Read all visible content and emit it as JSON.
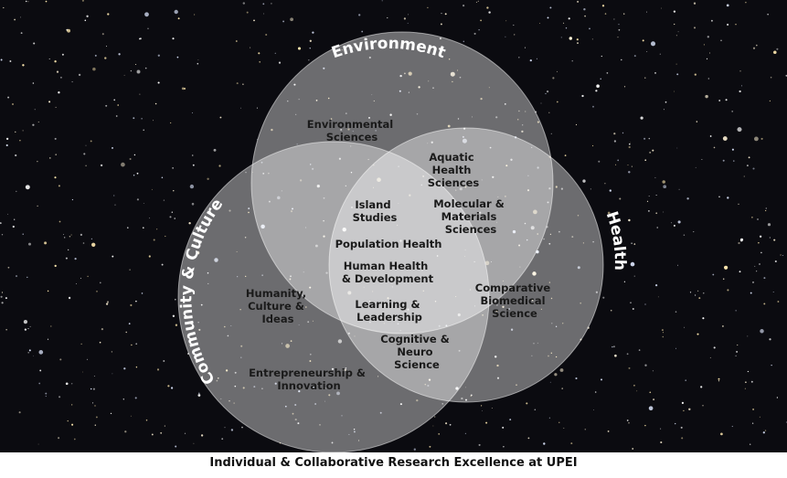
{
  "circles": [
    {
      "id": "environment",
      "label": "Environment"
    },
    {
      "id": "community",
      "label": "Community & Culture"
    },
    {
      "id": "health",
      "label": "Health"
    }
  ],
  "areas": {
    "environmental_sciences": [
      "Environmental",
      "Sciences"
    ],
    "aquatic_health": [
      "Aquatic",
      "Health",
      "Sciences"
    ],
    "island_studies": [
      "Island",
      "Studies"
    ],
    "molecular_materials": [
      "Molecular &",
      "Materials",
      "Sciences"
    ],
    "population_health": [
      "Population Health"
    ],
    "human_health": [
      "Human Health",
      "& Development"
    ],
    "humanity_culture": [
      "Humanity,",
      "Culture &",
      "Ideas"
    ],
    "learning_leadership": [
      "Learning &",
      "Leadership"
    ],
    "comparative_biomedical": [
      "Comparative",
      "Biomedical",
      "Science"
    ],
    "cognitive_neuro": [
      "Cognitive &",
      "Neuro",
      "Science"
    ],
    "entrepreneurship": [
      "Entrepreneurship &",
      "Innovation"
    ]
  },
  "caption": "Individual & Collaborative Research Excellence at UPEI",
  "colors": {
    "background": "#0b0b10",
    "circle_fill": "rgba(255,255,255,0.42)",
    "circle_stroke": "rgba(255,255,255,0.55)",
    "text": "#1a1a1a"
  }
}
